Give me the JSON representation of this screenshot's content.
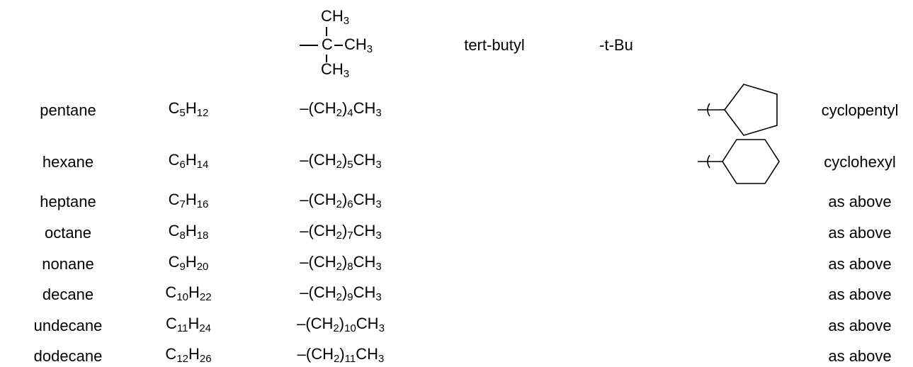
{
  "tert_butyl": {
    "top_group": "CH",
    "top_group_sub": "3",
    "center_atom": "C",
    "right_group": "CH",
    "right_group_sub": "3",
    "bottom_group": "CH",
    "bottom_group_sub": "3",
    "name": "tert-butyl",
    "abbreviation": "-t-Bu"
  },
  "rows": [
    {
      "name": "pentane",
      "formula": {
        "c": "C",
        "c_sub": "5",
        "h": "H",
        "h_sub": "12"
      },
      "substituent": {
        "prefix": "–(CH",
        "prefix_sub": "2",
        "mid": ")",
        "count": "4",
        "suffix": "CH",
        "suffix_sub": "3"
      },
      "cyclic_name": "cyclopentyl"
    },
    {
      "name": "hexane",
      "formula": {
        "c": "C",
        "c_sub": "6",
        "h": "H",
        "h_sub": "14"
      },
      "substituent": {
        "prefix": "–(CH",
        "prefix_sub": "2",
        "mid": ")",
        "count": "5",
        "suffix": "CH",
        "suffix_sub": "3"
      },
      "cyclic_name": "cyclohexyl"
    },
    {
      "name": "heptane",
      "formula": {
        "c": "C",
        "c_sub": "7",
        "h": "H",
        "h_sub": "16"
      },
      "substituent": {
        "prefix": "–(CH",
        "prefix_sub": "2",
        "mid": ")",
        "count": "6",
        "suffix": "CH",
        "suffix_sub": "3"
      },
      "cyclic_name": "as above"
    },
    {
      "name": "octane",
      "formula": {
        "c": "C",
        "c_sub": "8",
        "h": "H",
        "h_sub": "18"
      },
      "substituent": {
        "prefix": "–(CH",
        "prefix_sub": "2",
        "mid": ")",
        "count": "7",
        "suffix": "CH",
        "suffix_sub": "3"
      },
      "cyclic_name": "as above"
    },
    {
      "name": "nonane",
      "formula": {
        "c": "C",
        "c_sub": "9",
        "h": "H",
        "h_sub": "20"
      },
      "substituent": {
        "prefix": "–(CH",
        "prefix_sub": "2",
        "mid": ")",
        "count": "8",
        "suffix": "CH",
        "suffix_sub": "3"
      },
      "cyclic_name": "as above"
    },
    {
      "name": "decane",
      "formula": {
        "c": "C",
        "c_sub": "10",
        "h": "H",
        "h_sub": "22"
      },
      "substituent": {
        "prefix": "–(CH",
        "prefix_sub": "2",
        "mid": ")",
        "count": "9",
        "suffix": "CH",
        "suffix_sub": "3"
      },
      "cyclic_name": "as above"
    },
    {
      "name": "undecane",
      "formula": {
        "c": "C",
        "c_sub": "11",
        "h": "H",
        "h_sub": "24"
      },
      "substituent": {
        "prefix": "–(CH",
        "prefix_sub": "2",
        "mid": ")",
        "count": "10",
        "suffix": "CH",
        "suffix_sub": "3"
      },
      "cyclic_name": "as above"
    },
    {
      "name": "dodecane",
      "formula": {
        "c": "C",
        "c_sub": "12",
        "h": "H",
        "h_sub": "26"
      },
      "substituent": {
        "prefix": "–(CH",
        "prefix_sub": "2",
        "mid": ")",
        "count": "11",
        "suffix": "CH",
        "suffix_sub": "3"
      },
      "cyclic_name": "as above"
    }
  ],
  "ring_icons": [
    "cyclopentane-ring-icon",
    "cyclohexane-ring-icon"
  ],
  "colors": {
    "ink": "#000000",
    "background": "#ffffff"
  }
}
